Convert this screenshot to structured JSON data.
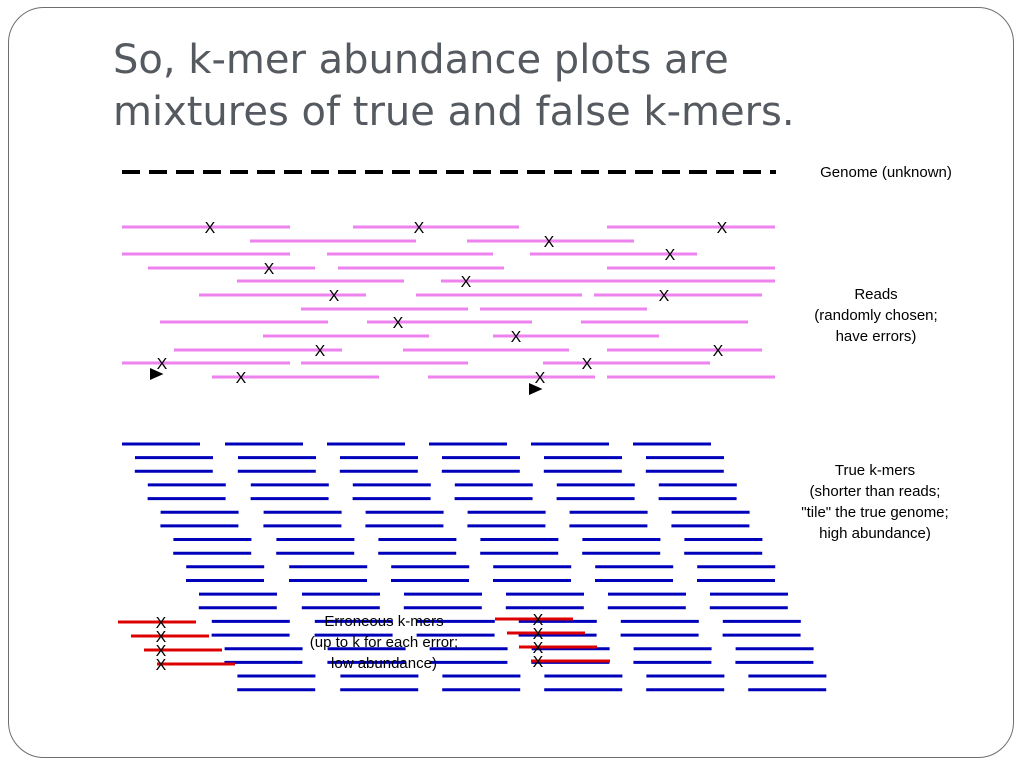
{
  "slide": {
    "title": "So, k-mer abundance plots are\nmixtures of true and false k-mers."
  },
  "labels": {
    "genome": "Genome (unknown)",
    "reads": "Reads\n(randomly chosen;\nhave errors)",
    "true_kmers": "True k-mers\n(shorter than reads;\n\"tile\" the true genome;\nhigh abundance)",
    "erroneous_kmers": "Erroneous k-mers\n(up to k for each error;\nlow abundance)"
  },
  "error_marker": "X",
  "colors": {
    "genome": "#000000",
    "reads": "#ee82ee",
    "true_kmers": "#0000bb",
    "erroneous_kmers": "#dd0000",
    "title": "#555a60",
    "frame": "#6e6e6e"
  }
}
